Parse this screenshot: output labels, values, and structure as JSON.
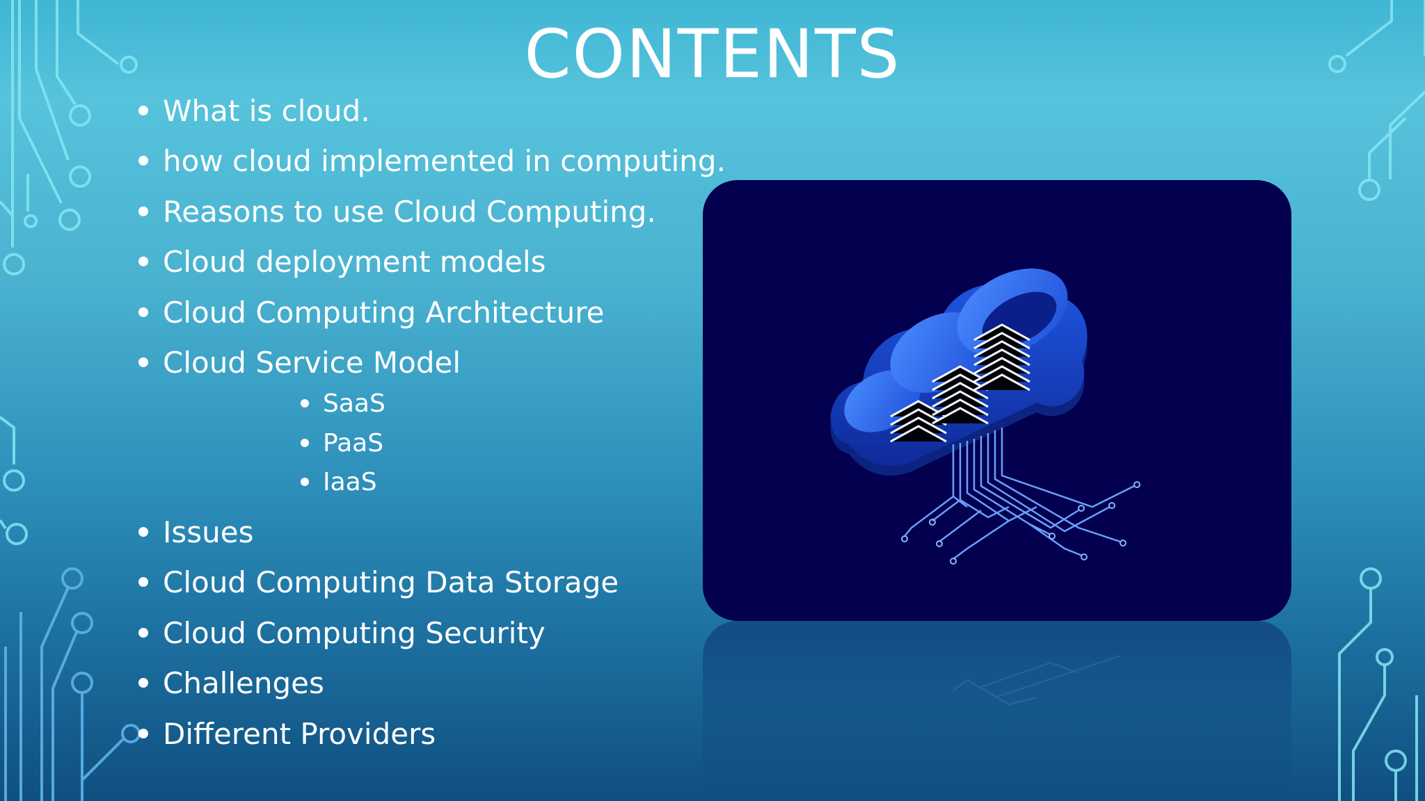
{
  "slide": {
    "title": "CONTENTS",
    "bullets": [
      "What is cloud.",
      "how cloud implemented in computing.",
      "Reasons to use Cloud Computing.",
      "Cloud deployment models",
      "Cloud Computing Architecture",
      "Cloud Service Model",
      "Issues",
      "Cloud Computing Data Storage",
      "Cloud Computing Security",
      "Challenges",
      "Different Providers"
    ],
    "sub_bullets": [
      "SaaS",
      "PaaS",
      "IaaS"
    ]
  },
  "image": {
    "icon": "cloud-server-icon",
    "background_color": "#02004f"
  },
  "colors": {
    "text": "#ffffff",
    "circuit_light": "#7fe3f2",
    "circuit_dark": "#4aa8e0"
  }
}
